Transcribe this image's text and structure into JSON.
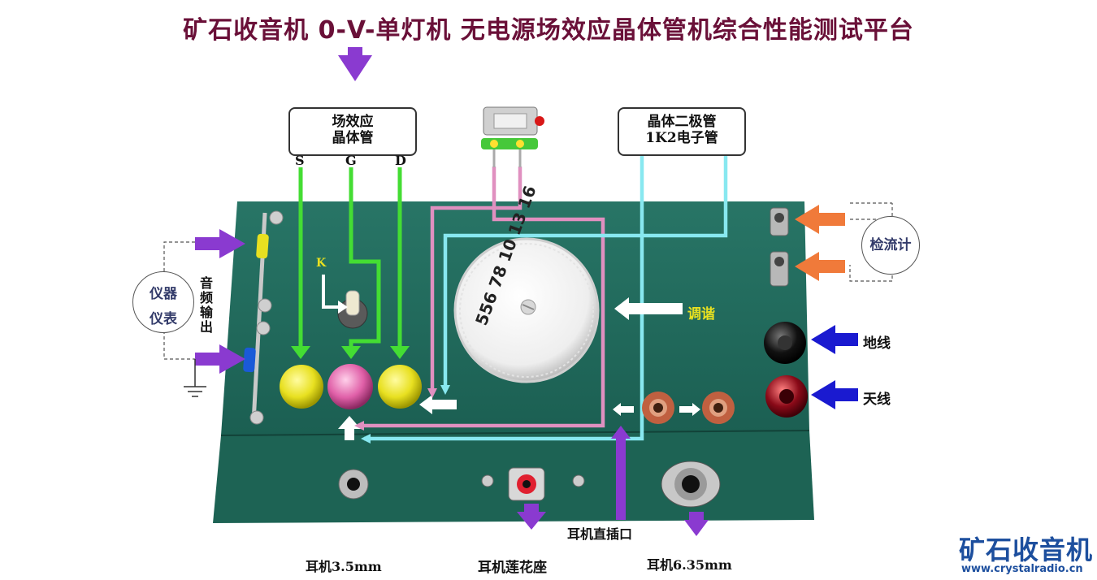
{
  "title": "矿石收音机 0-V-单灯机 无电源场效应晶体管机综合性能测试平台",
  "labels": {
    "fet_box_line1": "场效应",
    "fet_box_line2": "晶体管",
    "pin_s": "S",
    "pin_g": "G",
    "pin_d": "D",
    "switch_k": "K",
    "diode_box_line1": "晶体二极管",
    "diode_box_line2": "1K2电子管",
    "galvanometer": "检流计",
    "instrument_line1": "仪器",
    "instrument_line2": "仪表",
    "audio_out_1": "音",
    "audio_out_2": "频",
    "audio_out_3": "输",
    "audio_out_4": "出",
    "tuning": "调谐",
    "ground": "地线",
    "antenna": "天线",
    "earphone_direct": "耳机直插口",
    "earphone_35": "耳机3.5mm",
    "earphone_rca": "耳机莲花座",
    "earphone_635": "耳机6.35mm",
    "dial_numbers": "556 78 10 13 16",
    "brand": "矿石收音机",
    "website": "www.crystalradio.cn"
  },
  "colors": {
    "board": "#1f6b5c",
    "title": "#6a1038",
    "green_wire": "#44dd33",
    "pink_wire": "#e090c0",
    "cyan_wire": "#88e8f0",
    "purple_arrow": "#8a3ad0",
    "orange_arrow": "#f07a3a",
    "blue_arrow": "#1a1ad0",
    "brand": "#1d4f9e"
  }
}
